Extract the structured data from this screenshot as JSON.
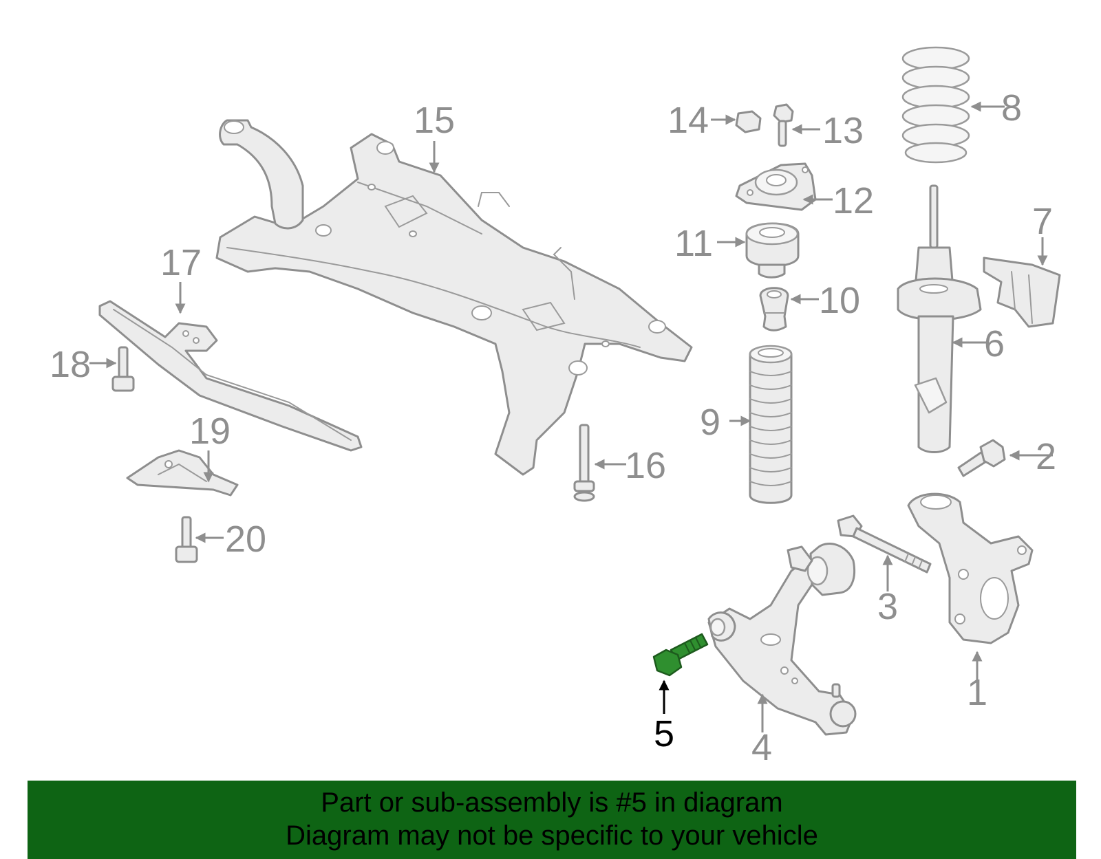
{
  "diagram": {
    "callouts": [
      {
        "id": "1",
        "label": "1"
      },
      {
        "id": "2",
        "label": "2"
      },
      {
        "id": "3",
        "label": "3"
      },
      {
        "id": "4",
        "label": "4"
      },
      {
        "id": "5",
        "label": "5",
        "highlighted": true
      },
      {
        "id": "6",
        "label": "6"
      },
      {
        "id": "7",
        "label": "7"
      },
      {
        "id": "8",
        "label": "8"
      },
      {
        "id": "9",
        "label": "9"
      },
      {
        "id": "10",
        "label": "10"
      },
      {
        "id": "11",
        "label": "11"
      },
      {
        "id": "12",
        "label": "12"
      },
      {
        "id": "13",
        "label": "13"
      },
      {
        "id": "14",
        "label": "14"
      },
      {
        "id": "15",
        "label": "15"
      },
      {
        "id": "16",
        "label": "16"
      },
      {
        "id": "17",
        "label": "17"
      },
      {
        "id": "18",
        "label": "18"
      },
      {
        "id": "19",
        "label": "19"
      },
      {
        "id": "20",
        "label": "20"
      }
    ],
    "colors": {
      "part_stroke": "#8e8e8e",
      "highlight_part": "#2f8f2f",
      "highlight_text": "#000000"
    }
  },
  "banner": {
    "line1": "Part or sub-assembly is #5 in diagram",
    "line2": "Diagram may not be specific to your vehicle",
    "background": "#0e6414"
  }
}
